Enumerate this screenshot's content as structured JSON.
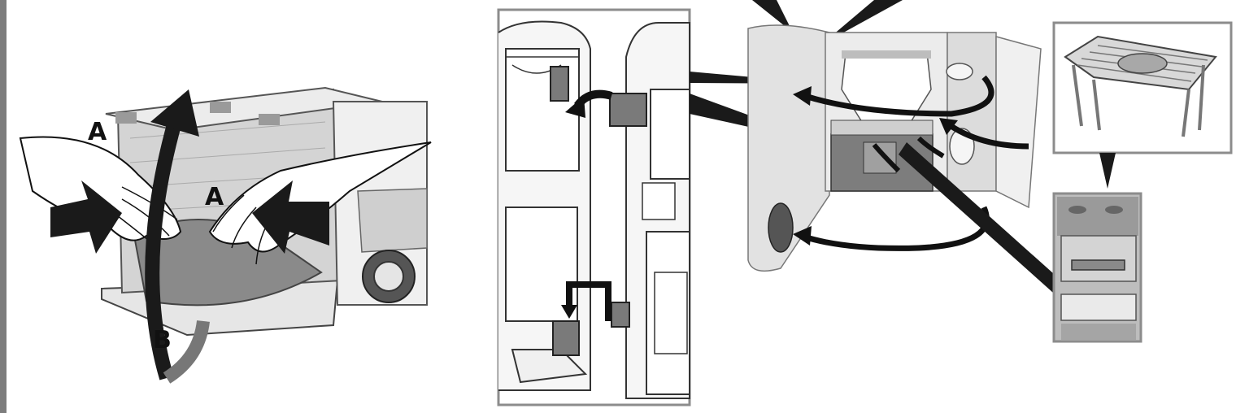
{
  "panel1": {
    "label_a_left": "A",
    "label_a_right": "A",
    "label_b": "B"
  },
  "colors": {
    "ink": "#111111",
    "panel_gray": "#d9d9d9",
    "dark_part": "#7a7a7a",
    "frame": "#9a9a9a"
  }
}
